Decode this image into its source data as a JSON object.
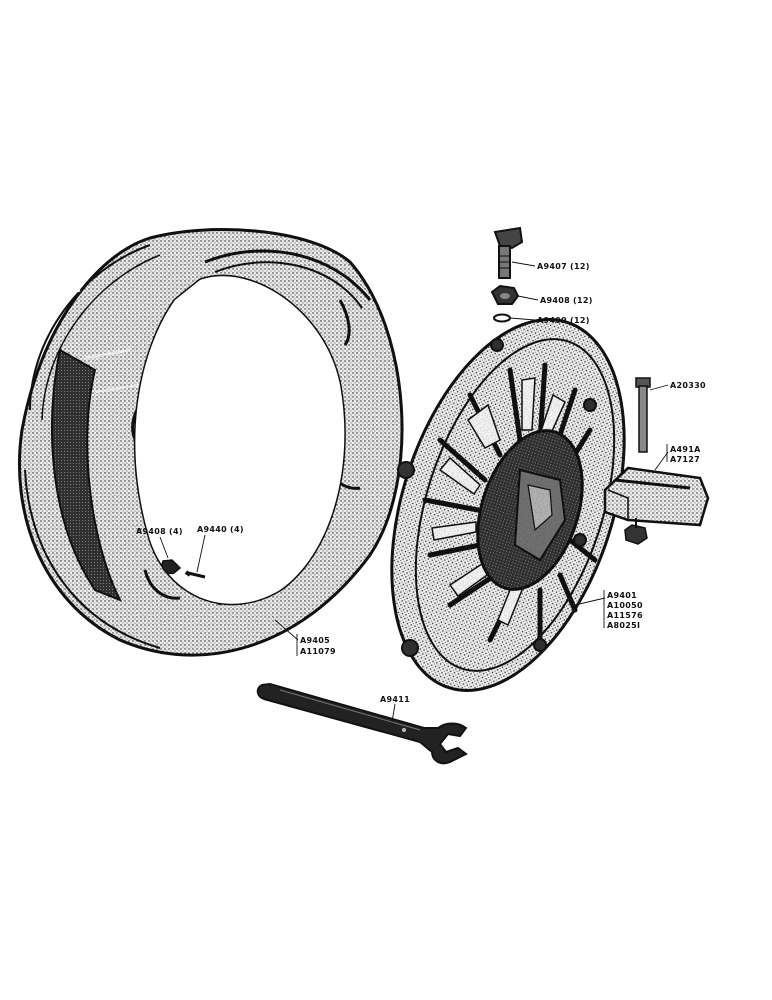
{
  "labels": {
    "bolt": "A9407 (12)",
    "nut": "A9408 (12)",
    "washer": "A9409 (12)",
    "clamp_bolt": "A20330",
    "clamp_block_1": "A491A",
    "clamp_block_2": "A7127",
    "hub_1": "A9401",
    "hub_2": "A10050",
    "hub_3": "A11576",
    "hub_4": "A8025I",
    "rim_1": "A9405",
    "rim_2": "A11079",
    "rim_nut": "A9408 (4)",
    "rim_bolt": "A9440 (4)",
    "wrench": "A9411"
  },
  "colors": {
    "ink": "#111111",
    "paper": "#ffffff",
    "mid": "#4a4a4a",
    "light": "#9a9a9a"
  }
}
